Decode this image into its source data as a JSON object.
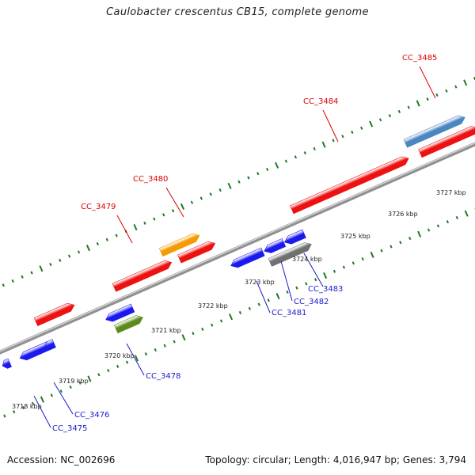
{
  "title": "Caulobacter crescentus CB15, complete genome",
  "footer": {
    "accession": "Accession: NC_002696",
    "summary": "Topology: circular; Length: 4,016,947 bp; Genes: 3,794"
  },
  "colors": {
    "backbone": "#909090",
    "tick": "#1f7a1f",
    "forward_label": "#dd0000",
    "reverse_label": "#1a1acc",
    "red": "#ee1111",
    "blue": "#1a1aee",
    "orange": "#f59a00",
    "steelblue": "#4a86c0",
    "gray": "#707070",
    "olive": "#5c8a1e"
  },
  "kbp_labels": [
    "3718 kbp",
    "3719 kbp",
    "3720 kbp",
    "3721 kbp",
    "3722 kbp",
    "3723 kbp",
    "3724 kbp",
    "3725 kbp",
    "3726 kbp",
    "3727 kbp"
  ],
  "gene_labels": {
    "forward": [
      "CC_3479",
      "CC_3480",
      "CC_3484",
      "CC_3485"
    ],
    "reverse": [
      "CC_3475",
      "CC_3476",
      "CC_3478",
      "CC_3481",
      "CC_3482",
      "CC_3483"
    ]
  }
}
